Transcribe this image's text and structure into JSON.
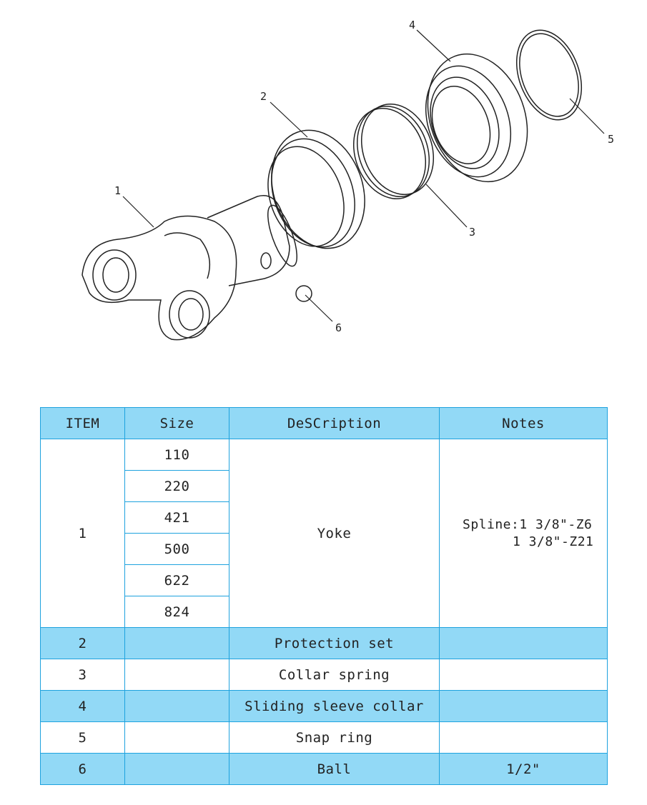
{
  "callouts": [
    "1",
    "2",
    "3",
    "4",
    "5",
    "6"
  ],
  "table": {
    "headers": [
      "ITEM",
      "Size",
      "DeSCription",
      "Notes"
    ],
    "item1": {
      "item": "1",
      "sizes": [
        "110",
        "220",
        "421",
        "500",
        "622",
        "824"
      ],
      "description": "Yoke",
      "notes_line1": "Spline:1 3/8\"-Z6",
      "notes_line2": "1 3/8\"-Z21"
    },
    "rows": [
      {
        "item": "2",
        "size": "",
        "description": "Protection set",
        "notes": ""
      },
      {
        "item": "3",
        "size": "",
        "description": "Collar spring",
        "notes": ""
      },
      {
        "item": "4",
        "size": "",
        "description": "Sliding sleeve collar",
        "notes": ""
      },
      {
        "item": "5",
        "size": "",
        "description": "Snap ring",
        "notes": ""
      },
      {
        "item": "6",
        "size": "",
        "description": "Ball",
        "notes": "1/2\""
      }
    ]
  },
  "colors": {
    "header_bg": "#92d9f6",
    "border": "#1ea2de"
  }
}
